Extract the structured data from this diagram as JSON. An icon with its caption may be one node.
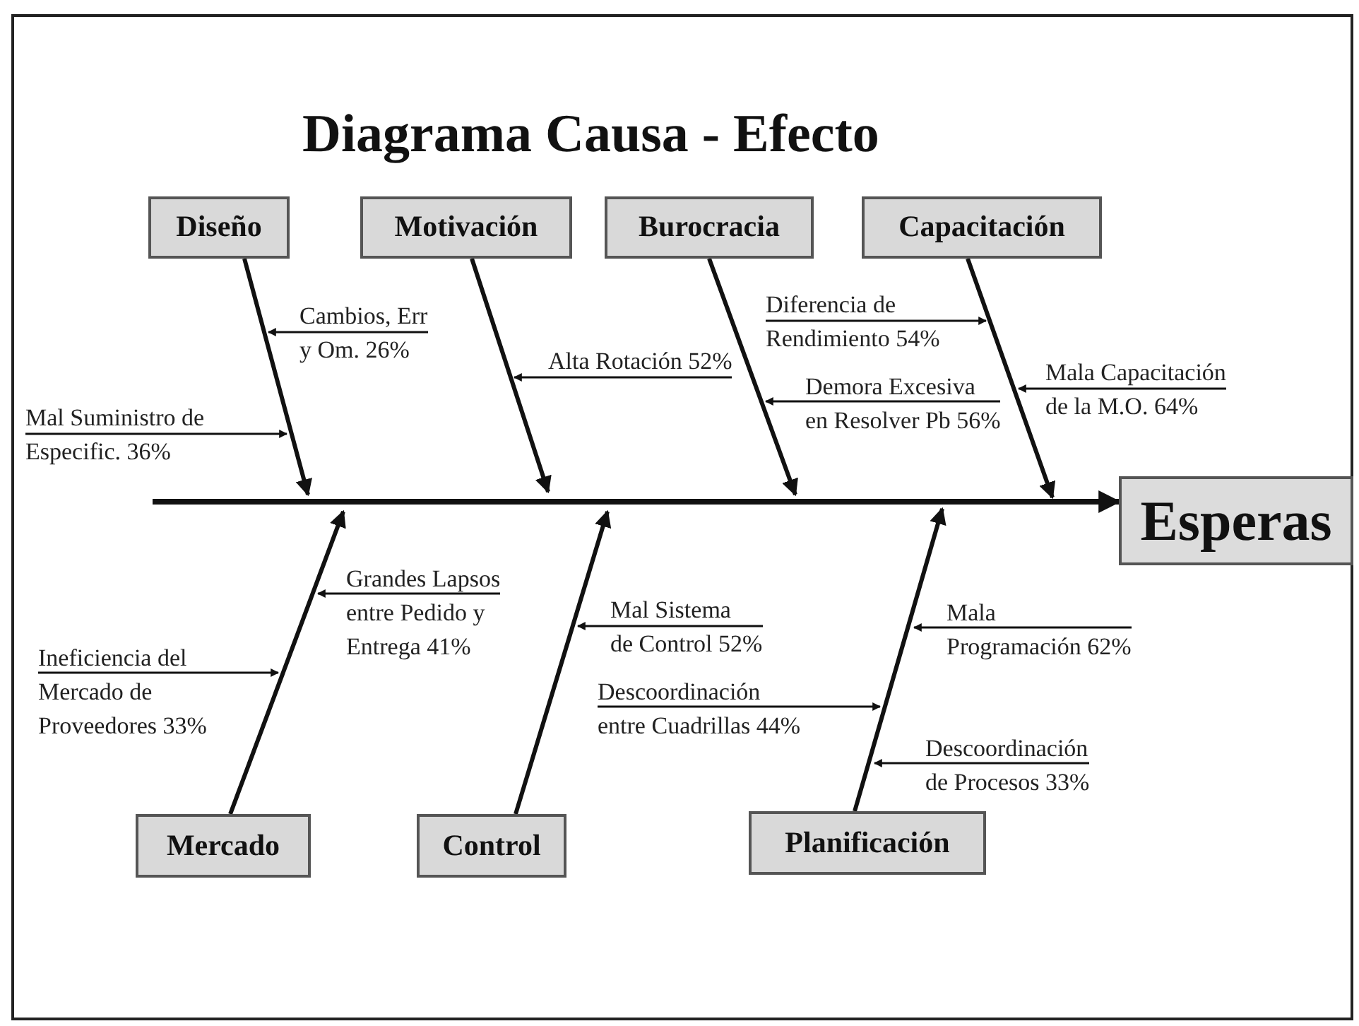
{
  "diagram": {
    "title": "Diagrama Causa - Efecto",
    "nodes": [
      {
        "text": [
          "Diseño"
        ]
      },
      {
        "text": [
          "Motivación"
        ]
      },
      {
        "text": [
          "Burocracia"
        ]
      },
      {
        "text": [
          "Capacitación"
        ]
      },
      {
        "text": [
          "Cambios, Err y Om. 26%"
        ]
      },
      {
        "text": [
          "Diferencia de Rendimiento 54%"
        ]
      },
      {
        "text": [
          "Alta Rotación 52%"
        ]
      },
      {
        "text": [
          "Mala Capacitación de la M.O. 64%"
        ]
      },
      {
        "text": [
          "Mal Suministro de Especific. 36%"
        ]
      },
      {
        "text": [
          "Demora Excesiva en Resolver Pb 56%"
        ]
      },
      {
        "text": [
          "Esperas"
        ]
      },
      {
        "text": [
          "Grandes Lapsos entre Pedido y Entrega 41%"
        ]
      },
      {
        "text": [
          "Mal Sistema de Control 52%"
        ]
      },
      {
        "text": [
          "Mala Programación 62%"
        ]
      },
      {
        "text": [
          "Ineficiencia del Mercado de Proveedores 33%"
        ]
      },
      {
        "text": [
          "Descoordinación entre Cuadrillas 44%"
        ]
      },
      {
        "text": [
          "Descoordinación de Procesos 33%"
        ]
      },
      {
        "text": [
          "Mercado"
        ]
      },
      {
        "text": [
          "Control"
        ]
      },
      {
        "text": [
          "Planificación"
        ]
      }
    ],
    "edges": [
      {
        "from": null,
        "to": 10,
        "arrow": "to",
        "style": "thick"
      },
      {
        "from": 0,
        "to": null,
        "arrow": "to",
        "style": "thick"
      },
      {
        "from": 1,
        "to": null,
        "arrow": "to",
        "style": "thick"
      },
      {
        "from": 2,
        "to": null,
        "arrow": "to",
        "style": "thick"
      },
      {
        "from": 3,
        "to": null,
        "arrow": "to",
        "style": "thick"
      },
      {
        "from": 17,
        "to": null,
        "arrow": "to",
        "style": "thick"
      },
      {
        "from": 18,
        "to": null,
        "arrow": "to",
        "style": "thick"
      },
      {
        "from": 19,
        "to": null,
        "arrow": "to",
        "style": "thick"
      },
      {
        "from": 4,
        "to": null,
        "arrow": "to"
      },
      {
        "from": 8,
        "to": null,
        "arrow": "to"
      },
      {
        "from": 6,
        "to": null,
        "arrow": "to"
      },
      {
        "from": 5,
        "to": null,
        "arrow": "to"
      },
      {
        "from": 7,
        "to": null,
        "arrow": "to"
      },
      {
        "from": 9,
        "to": null,
        "arrow": "to"
      },
      {
        "from": 11,
        "to": null,
        "arrow": "to"
      },
      {
        "from": 14,
        "to": null,
        "arrow": "to"
      },
      {
        "from": 12,
        "to": null,
        "arrow": "to"
      },
      {
        "from": 15,
        "to": null,
        "arrow": "to"
      },
      {
        "from": 13,
        "to": null,
        "arrow": "to"
      },
      {
        "from": 16,
        "to": null,
        "arrow": "to"
      }
    ]
  }
}
